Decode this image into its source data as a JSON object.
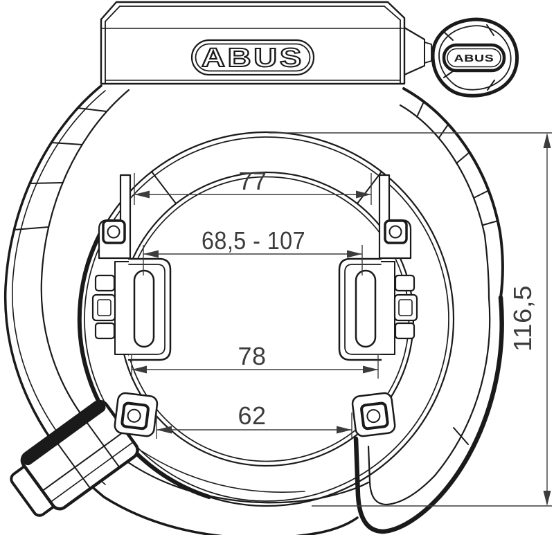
{
  "title": "ABUS frame lock technical drawing",
  "logo": {
    "brand": "ABUS"
  },
  "key": {
    "stamp": "ABUS"
  },
  "dimensions": {
    "top_mount_width": "77",
    "clamp_range": "68,5 - 107",
    "mid_width": "78",
    "bottom_width": "62",
    "overall_height": "116,5"
  },
  "colors": {
    "line": "#1a1a1a",
    "dimension": "#3c3c3c",
    "background": "#ffffff"
  }
}
